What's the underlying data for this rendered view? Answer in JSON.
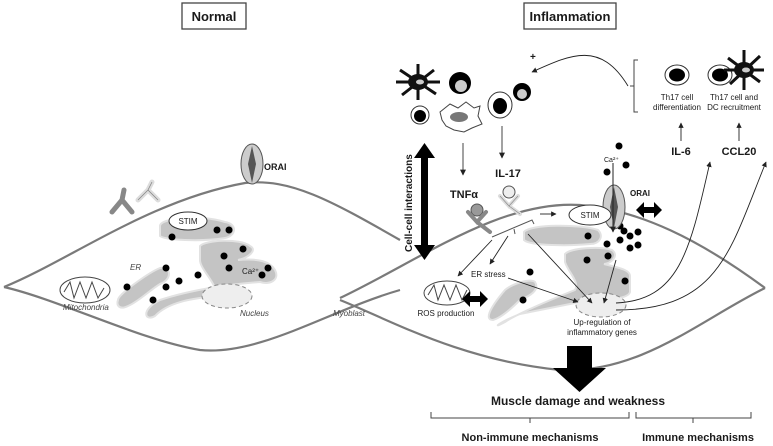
{
  "panels": {
    "normal": {
      "title": "Normal",
      "labels": {
        "orai": "ORAI",
        "stim": "STIM",
        "er": "ER",
        "calcium": "Ca²⁺",
        "mitochondria": "Mitochondria",
        "nucleus": "Nucleus",
        "myoblast": "Myoblast"
      }
    },
    "inflammation": {
      "title": "Inflammation",
      "labels": {
        "orai": "ORAI",
        "stim": "STIM",
        "calcium": "Ca²⁺",
        "tnf": "TNFα",
        "il17": "IL-17",
        "il6": "IL-6",
        "ccl20": "CCL20",
        "er_stress": "ER stress",
        "ros": "ROS production",
        "upregulation_line1": "Up-regulation of",
        "upregulation_line2": "inflammatory genes",
        "cell_interactions": "Cell-cell interactions",
        "th17_diff_line1": "Th17 cell",
        "th17_diff_line2": "differentiation",
        "th17_dc_line1": "Th17 cell and",
        "th17_dc_line2": "DC recruitment",
        "plus": "+"
      }
    }
  },
  "outcome": {
    "title": "Muscle damage and weakness",
    "non_immune": "Non-immune mechanisms",
    "immune": "Immune mechanisms"
  },
  "colors": {
    "membrane": "#7a7a7a",
    "er_fill": "#c4c4c4",
    "nucleus_fill": "#eeeeee",
    "black": "#000000"
  }
}
